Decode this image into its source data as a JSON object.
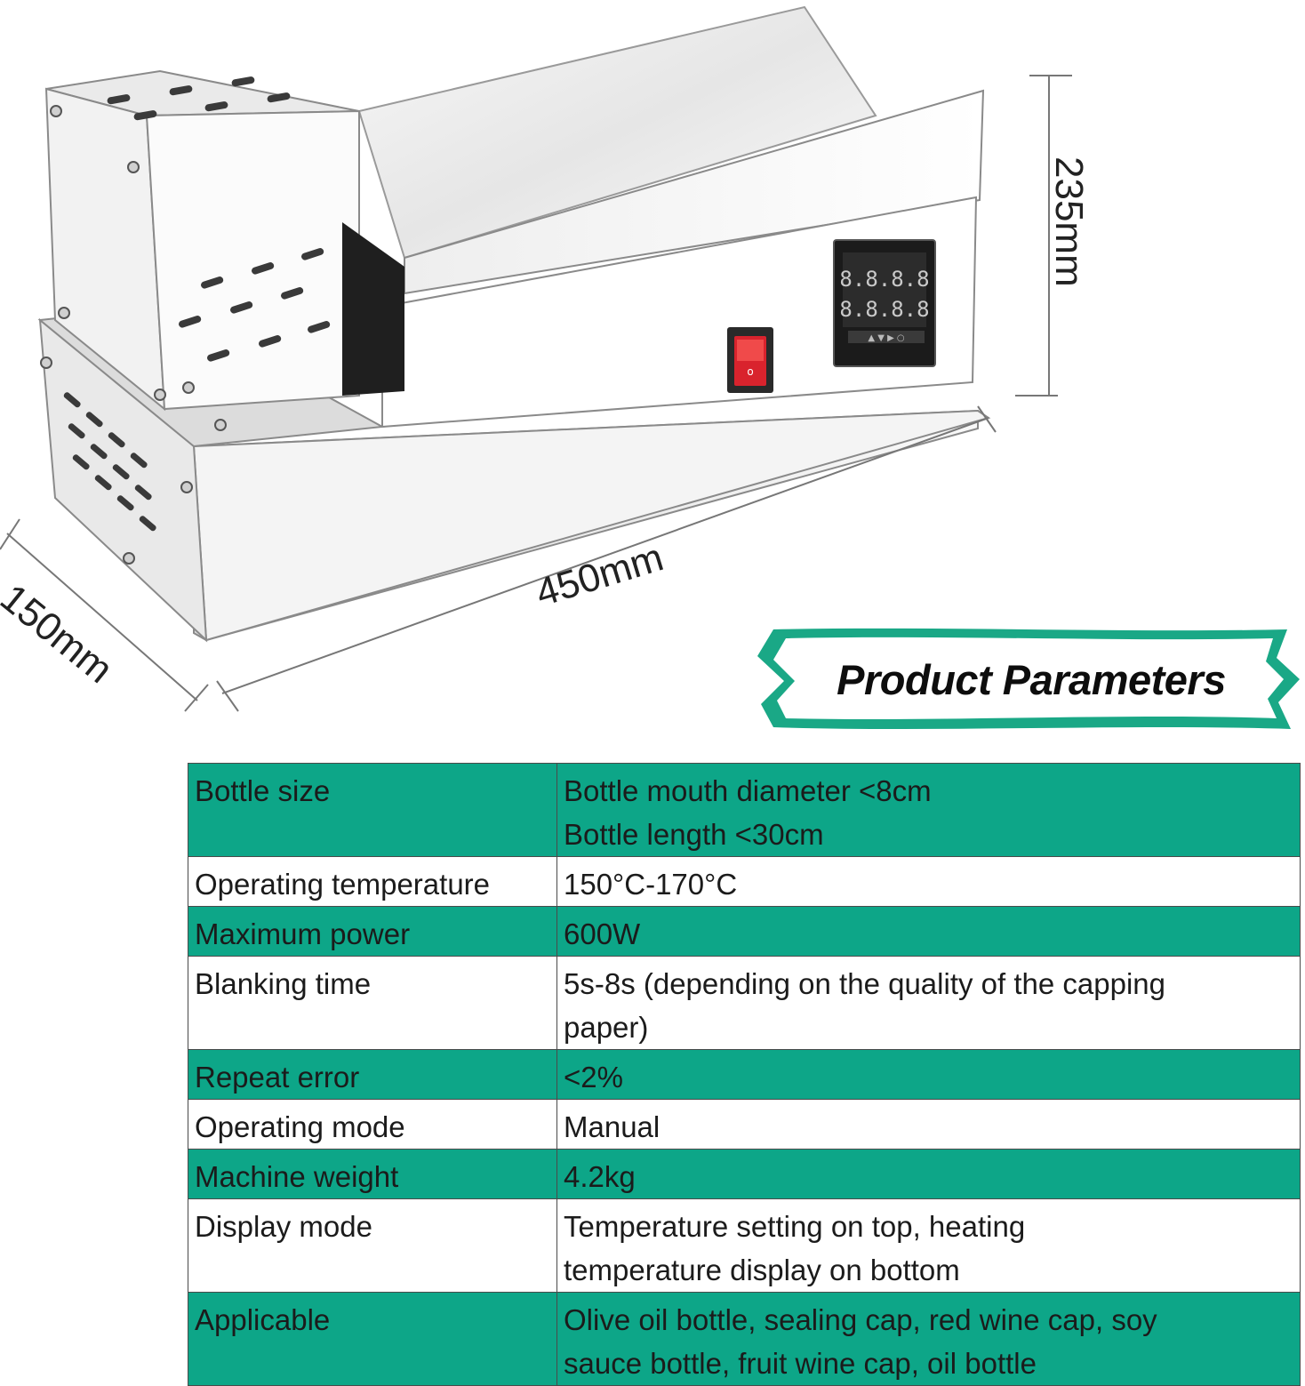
{
  "dimensions": {
    "length": "450mm",
    "depth": "150mm",
    "height": "235mm"
  },
  "control_panel": {
    "display_top": "8.8.8.8",
    "display_bottom": "8.8.8.8"
  },
  "banner": {
    "title": "Product Parameters"
  },
  "colors": {
    "accent_green": "#0da688",
    "banner_border": "#1aa886",
    "switch_red": "#d9232d"
  },
  "specs": [
    {
      "label": "Bottle size",
      "value_lines": [
        "Bottle mouth diameter <8cm",
        "Bottle length <30cm"
      ]
    },
    {
      "label": "Operating temperature",
      "value_lines": [
        "150°C-170°C"
      ]
    },
    {
      "label": "Maximum power",
      "value_lines": [
        "600W"
      ]
    },
    {
      "label": "Blanking time",
      "value_lines": [
        "5s-8s (depending on the quality of the capping",
        "paper)"
      ]
    },
    {
      "label": "Repeat error",
      "value_lines": [
        "<2%"
      ]
    },
    {
      "label": "Operating mode",
      "value_lines": [
        "Manual"
      ]
    },
    {
      "label": "Machine weight",
      "value_lines": [
        "4.2kg"
      ]
    },
    {
      "label": "Display mode",
      "value_lines": [
        "Temperature setting on top, heating",
        "temperature display on bottom"
      ]
    },
    {
      "label": "Applicable",
      "value_lines": [
        "Olive oil bottle, sealing cap, red wine cap, soy",
        "sauce bottle, fruit wine cap, oil bottle"
      ]
    }
  ]
}
